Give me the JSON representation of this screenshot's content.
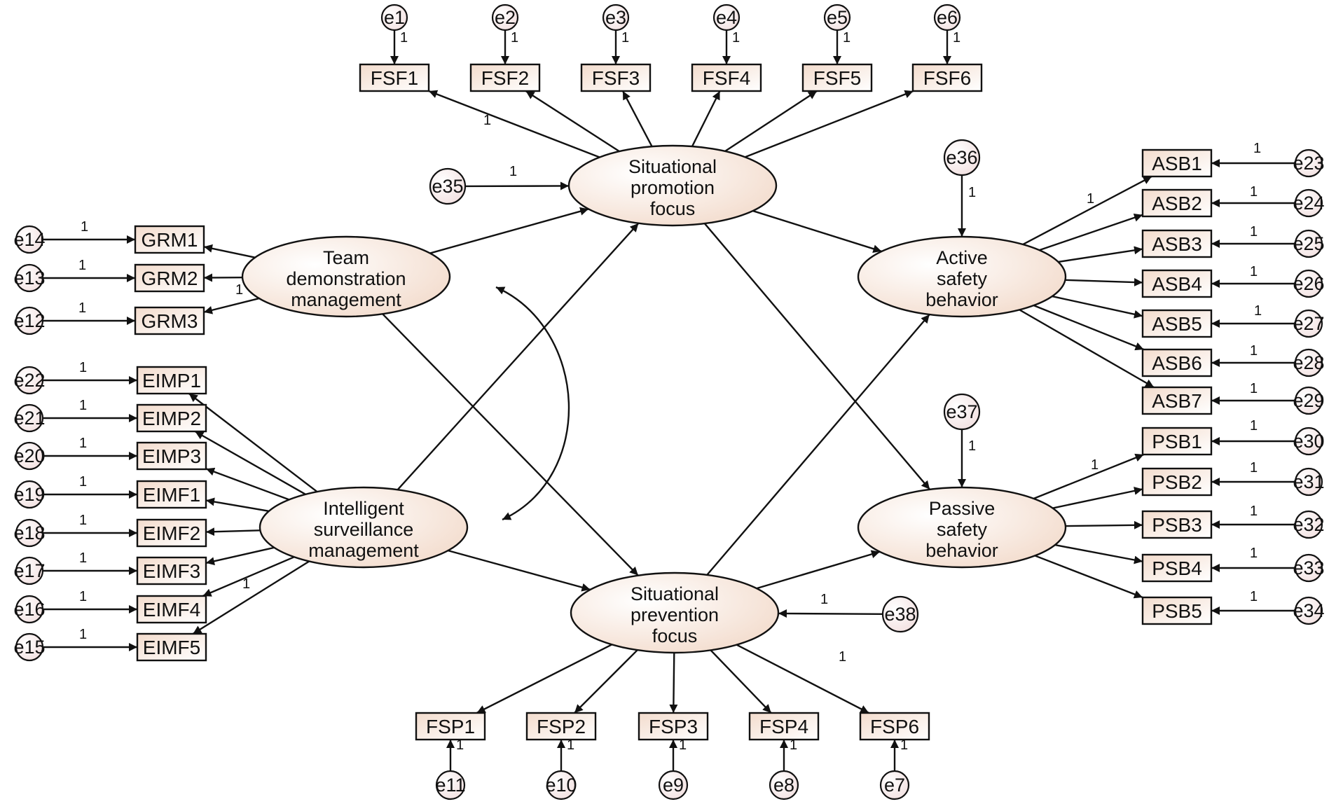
{
  "colors": {
    "stroke": "#111111",
    "fill_light": "#ffffff",
    "fill_tint": "#f4ddd0"
  },
  "latents": {
    "tdm": [
      "Team",
      "demonstration",
      "management"
    ],
    "ism": [
      "Intelligent",
      "surveillance",
      "management"
    ],
    "spf": [
      "Situational",
      "promotion",
      "focus"
    ],
    "svf": [
      "Situational",
      "prevention",
      "focus"
    ],
    "asb": [
      "Active",
      "safety",
      "behavior"
    ],
    "psb": [
      "Passive",
      "safety",
      "behavior"
    ]
  },
  "observed": {
    "FSF1": "FSF1",
    "FSF2": "FSF2",
    "FSF3": "FSF3",
    "FSF4": "FSF4",
    "FSF5": "FSF5",
    "FSF6": "FSF6",
    "GRM1": "GRM1",
    "GRM2": "GRM2",
    "GRM3": "GRM3",
    "EIMP1": "EIMP1",
    "EIMP2": "EIMP2",
    "EIMP3": "EIMP3",
    "EIMF1": "EIMF1",
    "EIMF2": "EIMF2",
    "EIMF3": "EIMF3",
    "EIMF4": "EIMF4",
    "EIMF5": "EIMF5",
    "ASB1": "ASB1",
    "ASB2": "ASB2",
    "ASB3": "ASB3",
    "ASB4": "ASB4",
    "ASB5": "ASB5",
    "ASB6": "ASB6",
    "ASB7": "ASB7",
    "PSB1": "PSB1",
    "PSB2": "PSB2",
    "PSB3": "PSB3",
    "PSB4": "PSB4",
    "PSB5": "PSB5",
    "FSP1": "FSP1",
    "FSP2": "FSP2",
    "FSP3": "FSP3",
    "FSP4": "FSP4",
    "FSP6": "FSP6"
  },
  "errors": {
    "e1": "e1",
    "e2": "e2",
    "e3": "e3",
    "e4": "e4",
    "e5": "e5",
    "e6": "e6",
    "e7": "e7",
    "e8": "e8",
    "e9": "e9",
    "e10": "e10",
    "e11": "e11",
    "e12": "e12",
    "e13": "e13",
    "e14": "e14",
    "e15": "e15",
    "e16": "e16",
    "e17": "e17",
    "e18": "e18",
    "e19": "e19",
    "e20": "e20",
    "e21": "e21",
    "e22": "e22",
    "e23": "e23",
    "e24": "e24",
    "e25": "e25",
    "e26": "e26",
    "e27": "e27",
    "e28": "e28",
    "e29": "e29",
    "e30": "e30",
    "e31": "e31",
    "e32": "e32",
    "e33": "e33",
    "e34": "e34",
    "e35": "e35",
    "e36": "e36",
    "e37": "e37",
    "e38": "e38"
  },
  "fixed_weight_label": "1"
}
